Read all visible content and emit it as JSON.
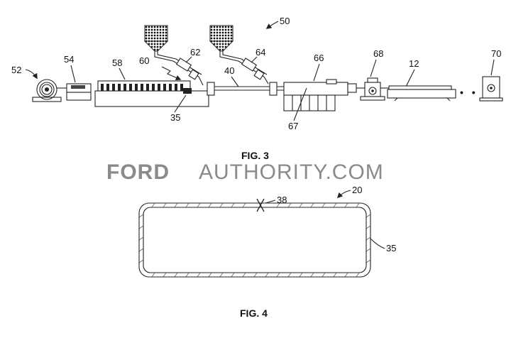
{
  "figure3": {
    "caption": "FIG. 3",
    "refs": {
      "r50": "50",
      "r52": "52",
      "r54": "54",
      "r58": "58",
      "r60": "60",
      "r62": "62",
      "r64": "64",
      "r40": "40",
      "r66": "66",
      "r68": "68",
      "r12": "12",
      "r70": "70",
      "r35": "35",
      "r67": "67"
    },
    "continuation": "• • •"
  },
  "watermark": {
    "brand": "FORD",
    "rest": "AUTHORITY.COM"
  },
  "figure4": {
    "caption": "FIG. 4",
    "refs": {
      "r20": "20",
      "r38": "38",
      "r35": "35"
    }
  }
}
